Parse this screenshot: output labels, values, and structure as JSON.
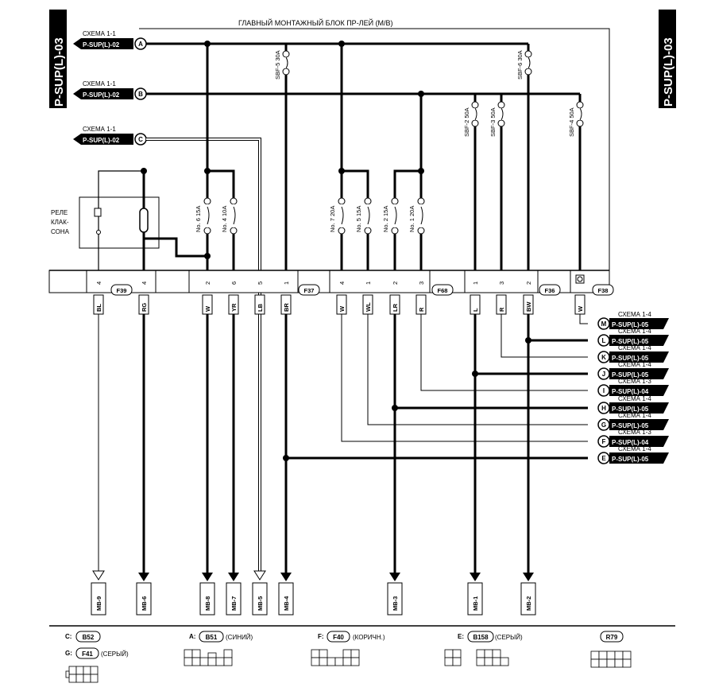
{
  "page_title": "P-SUP(L)-03",
  "main_block_title": "ГЛАВНЫЙ МОНТАЖНЫЙ БЛОК ПР-ЛЕЙ (M/B)",
  "relay_label": [
    "РЕЛЕ",
    "КЛАК-",
    "СОНА"
  ],
  "inputs": [
    {
      "scheme": "СХЕМА 1-1",
      "ref": "P-SUP(L)-02",
      "letter": "A"
    },
    {
      "scheme": "СХЕМА 1-1",
      "ref": "P-SUP(L)-02",
      "letter": "B"
    },
    {
      "scheme": "СХЕМА 1-1",
      "ref": "P-SUP(L)-02",
      "letter": "C"
    }
  ],
  "fuses": [
    {
      "label": "SBF-5 30A"
    },
    {
      "label": "SBF-6 30A"
    },
    {
      "label": "SBF-2 50A"
    },
    {
      "label": "SBF-3 50A"
    },
    {
      "label": "SBF-4 50A"
    },
    {
      "label": "No. 6 15A"
    },
    {
      "label": "No. 4 10A"
    },
    {
      "label": "No. 7 20A"
    },
    {
      "label": "No. 5 15A"
    },
    {
      "label": "No. 2 15A"
    },
    {
      "label": "No. 1 20A"
    }
  ],
  "connectors": [
    {
      "name": "F39"
    },
    {
      "name": "F37"
    },
    {
      "name": "F68"
    },
    {
      "name": "F36"
    },
    {
      "name": "F38"
    }
  ],
  "pins": [
    "4",
    "4",
    "2",
    "6",
    "5",
    "1",
    "4",
    "1",
    "2",
    "3",
    "1",
    "3",
    "2"
  ],
  "wire_colors": [
    "BL",
    "RG",
    "W",
    "YR",
    "LB",
    "BR",
    "W",
    "WL",
    "LR",
    "R",
    "L",
    "R",
    "BW",
    "W"
  ],
  "outputs": [
    {
      "scheme": "СХЕМА 1-4",
      "ref": "P-SUP(L)-05",
      "letter": "M"
    },
    {
      "scheme": "СХЕМА 1-4",
      "ref": "P-SUP(L)-05",
      "letter": "L"
    },
    {
      "scheme": "СХЕМА 1-4",
      "ref": "P-SUP(L)-05",
      "letter": "K"
    },
    {
      "scheme": "СХЕМА 1-4",
      "ref": "P-SUP(L)-05",
      "letter": "J"
    },
    {
      "scheme": "СХЕМА 1-3",
      "ref": "P-SUP(L)-04",
      "letter": "I"
    },
    {
      "scheme": "СХЕМА 1-4",
      "ref": "P-SUP(L)-05",
      "letter": "H"
    },
    {
      "scheme": "СХЕМА 1-4",
      "ref": "P-SUP(L)-05",
      "letter": "G"
    },
    {
      "scheme": "СХЕМА 1-3",
      "ref": "P-SUP(L)-04",
      "letter": "F"
    },
    {
      "scheme": "СХЕМА 1-4",
      "ref": "P-SUP(L)-05",
      "letter": "E"
    }
  ],
  "mb_terminals": [
    "MB-9",
    "MB-6",
    "MB-8",
    "MB-7",
    "MB-5",
    "MB-4",
    "MB-3",
    "MB-1",
    "MB-2"
  ],
  "legend": [
    {
      "prefix": "C:",
      "code": "B52",
      "suffix": ""
    },
    {
      "prefix": "G:",
      "code": "F41",
      "suffix": "(СЕРЫЙ)"
    },
    {
      "prefix": "A:",
      "code": "B51",
      "suffix": "(СИНИЙ)"
    },
    {
      "prefix": "F:",
      "code": "F40",
      "suffix": "(КОРИЧН.)"
    },
    {
      "prefix": "E:",
      "code": "B158",
      "suffix": "(СЕРЫЙ)"
    },
    {
      "prefix": "",
      "code": "R79",
      "suffix": ""
    }
  ]
}
